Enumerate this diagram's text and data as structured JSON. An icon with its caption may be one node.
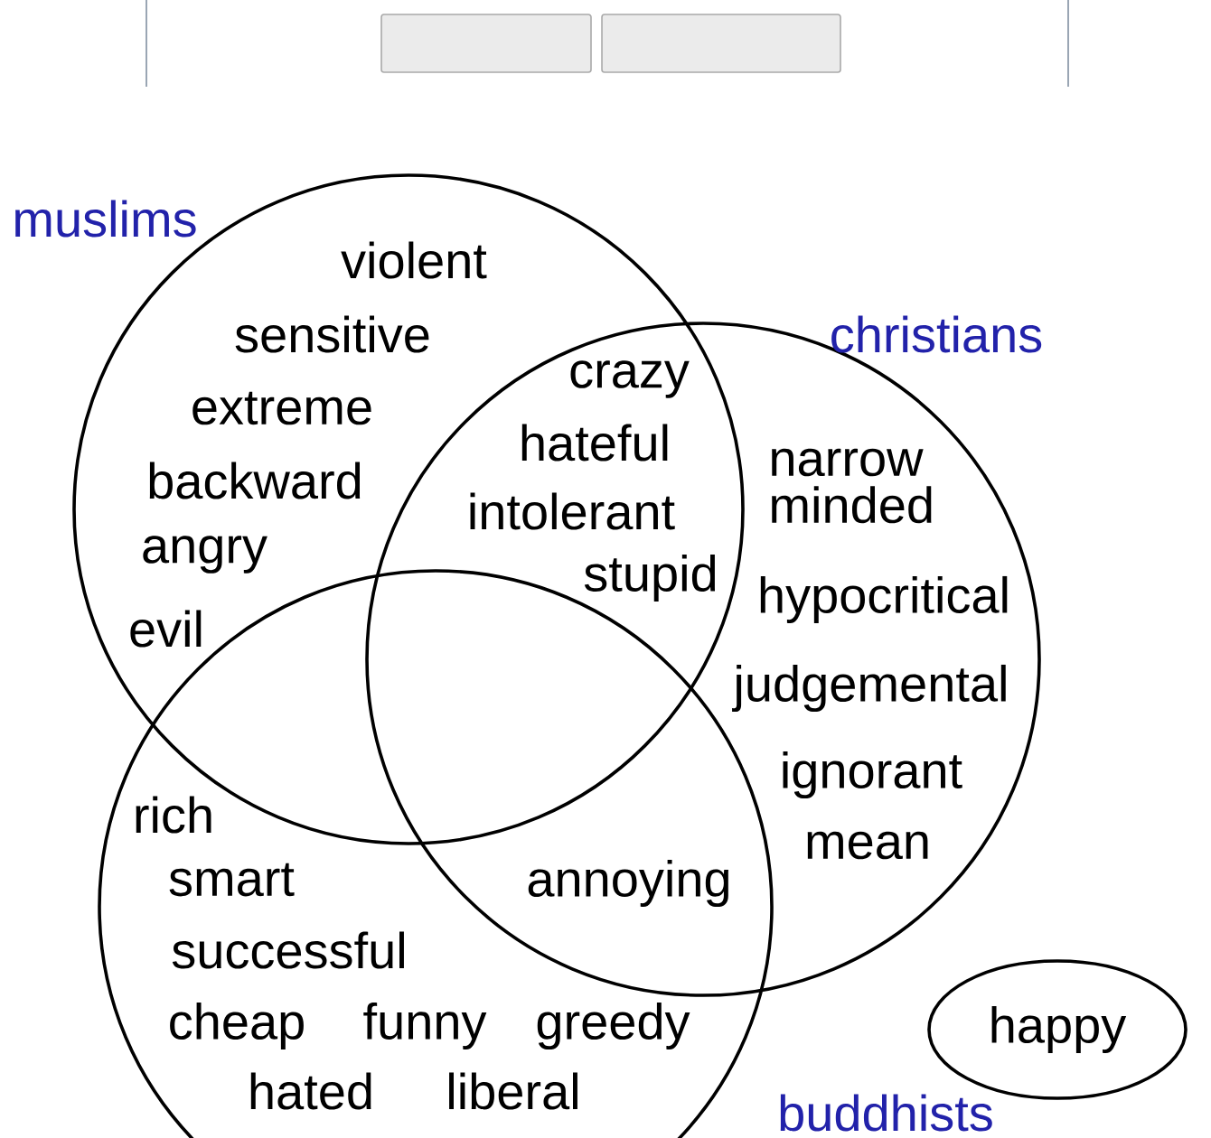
{
  "diagram": {
    "nodes": [
      {
        "text": [],
        "shape": "box"
      },
      {
        "text": [],
        "shape": "box"
      },
      {
        "text": [
          "muslims"
        ]
      },
      {
        "text": [
          "christians"
        ]
      },
      {
        "text": [],
        "shape": "circle"
      },
      {
        "text": [
          "happy",
          "buddhists"
        ]
      }
    ],
    "labels": [
      "violent",
      "sensitive",
      "crazy",
      "extreme",
      "hateful",
      "narrow minded",
      "backward",
      "intolerant",
      "angry",
      "stupid",
      "hypocritical",
      "evil",
      "judgemental",
      "ignorant",
      "rich",
      "mean",
      "smart",
      "annoying",
      "successful",
      "cheap",
      "funny",
      "greedy",
      "hated",
      "liberal"
    ]
  }
}
